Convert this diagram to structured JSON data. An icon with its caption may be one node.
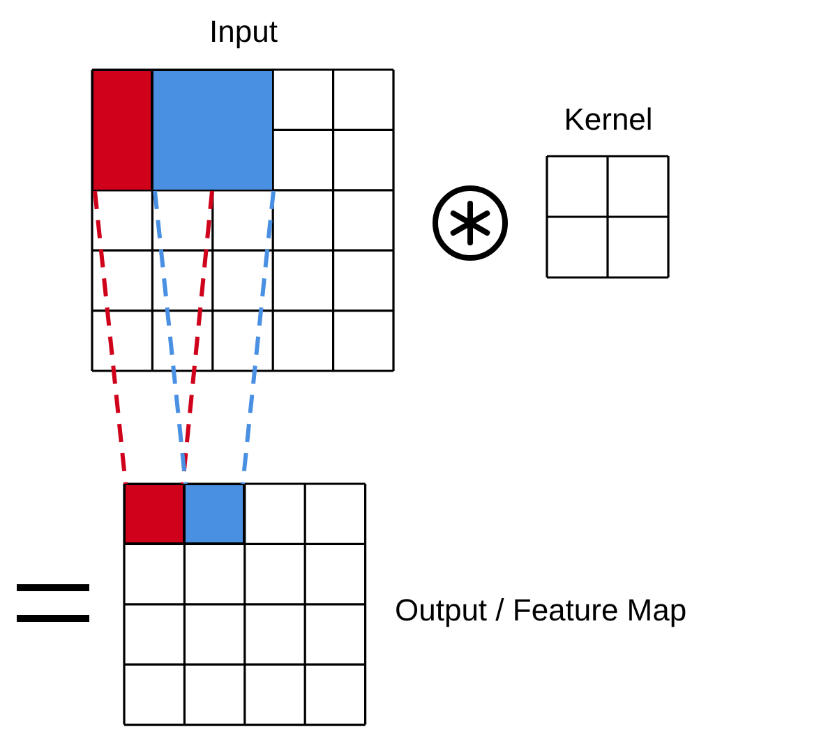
{
  "diagram": {
    "nodes": [
      {
        "text": [
          "Input"
        ]
      },
      {
        "text": [],
        "shape": "box",
        "in": 0
      },
      {
        "text": [],
        "shape": "box",
        "in": 0
      },
      {
        "text": [
          "Kernel"
        ]
      },
      {
        "text": [
          "Output / Feature Map"
        ]
      },
      {
        "text": [],
        "shape": "box",
        "in": 4
      },
      {
        "text": [],
        "shape": "box",
        "in": 4
      }
    ],
    "edges": [
      {
        "from": 1,
        "to": 5,
        "arrow": "none",
        "style": "dashed",
        "color": "#d0021b"
      },
      {
        "from": 2,
        "to": 6,
        "arrow": "none",
        "style": "dashed",
        "color": "#4a90e2"
      }
    ]
  }
}
